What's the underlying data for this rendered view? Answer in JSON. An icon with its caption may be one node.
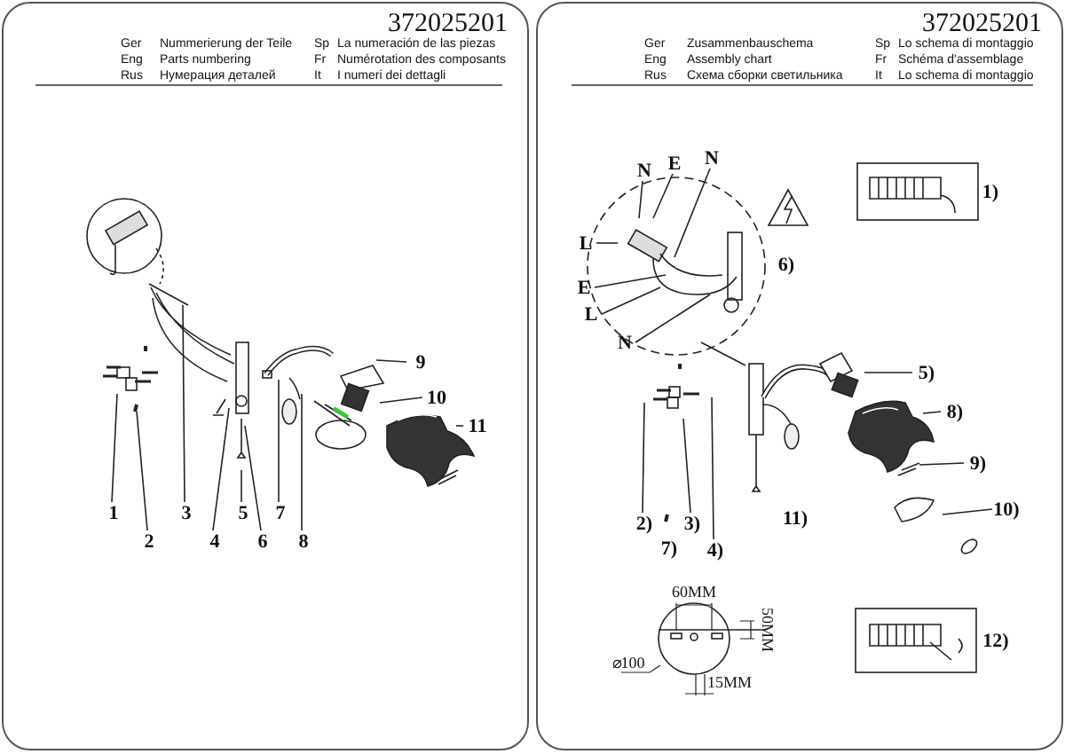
{
  "diagram": {
    "nodes": [
      {
        "text": [],
        "shape": "box"
      },
      {
        "text": [],
        "shape": "box"
      },
      {
        "text": [
          "1"
        ],
        "in": 0
      },
      {
        "text": [
          "2"
        ],
        "in": 0
      },
      {
        "text": [
          "3"
        ],
        "in": 0
      },
      {
        "text": [
          "4"
        ],
        "in": 0
      },
      {
        "text": [
          "5"
        ],
        "in": 0
      },
      {
        "text": [
          "6"
        ],
        "in": 0
      },
      {
        "text": [
          "7"
        ],
        "in": 0
      },
      {
        "text": [
          "8"
        ],
        "in": 0
      },
      {
        "text": [
          "9"
        ],
        "in": 0
      },
      {
        "text": [
          "10"
        ],
        "in": 0
      },
      {
        "text": [
          "11"
        ],
        "in": 0
      },
      {
        "text": [
          "N"
        ],
        "in": 1
      },
      {
        "text": [
          "E"
        ],
        "in": 1
      },
      {
        "text": [
          "N"
        ],
        "in": 1
      },
      {
        "text": [
          "L"
        ],
        "in": 1
      },
      {
        "text": [
          "E"
        ],
        "in": 1
      },
      {
        "text": [
          "L"
        ],
        "in": 1
      },
      {
        "text": [
          "N"
        ],
        "in": 1
      },
      {
        "text": [
          "5)"
        ],
        "in": 1
      },
      {
        "text": [
          "8)"
        ],
        "in": 1
      },
      {
        "text": [
          "9)"
        ],
        "in": 1
      },
      {
        "text": [
          "10)"
        ],
        "in": 1
      },
      {
        "text": [
          "2)"
        ],
        "in": 1
      },
      {
        "text": [
          "3)"
        ],
        "in": 1
      },
      {
        "text": [
          "4)"
        ],
        "in": 1
      }
    ],
    "edges": [
      {
        "from": 2,
        "to": null,
        "arrow": "none"
      },
      {
        "from": 3,
        "to": null,
        "arrow": "none"
      },
      {
        "from": 4,
        "to": null,
        "arrow": "none"
      },
      {
        "from": 5,
        "to": null,
        "arrow": "none"
      },
      {
        "from": 6,
        "to": null,
        "arrow": "none"
      },
      {
        "from": 7,
        "to": null,
        "arrow": "none"
      },
      {
        "from": 8,
        "to": null,
        "arrow": "none"
      },
      {
        "from": 9,
        "to": null,
        "arrow": "none"
      },
      {
        "from": 10,
        "to": null,
        "arrow": "none"
      },
      {
        "from": 11,
        "to": null,
        "arrow": "none"
      },
      {
        "from": 12,
        "to": null,
        "arrow": "none"
      },
      {
        "from": 13,
        "to": null,
        "arrow": "none"
      },
      {
        "from": 14,
        "to": null,
        "arrow": "none"
      },
      {
        "from": 15,
        "to": null,
        "arrow": "none"
      },
      {
        "from": 16,
        "to": null,
        "arrow": "none"
      },
      {
        "from": 17,
        "to": null,
        "arrow": "none"
      },
      {
        "from": 18,
        "to": null,
        "arrow": "none"
      },
      {
        "from": 19,
        "to": null,
        "arrow": "none"
      },
      {
        "from": 20,
        "to": null,
        "arrow": "none"
      },
      {
        "from": 21,
        "to": null,
        "arrow": "none"
      },
      {
        "from": 22,
        "to": null,
        "arrow": "none"
      },
      {
        "from": 23,
        "to": null,
        "arrow": "none"
      },
      {
        "from": 24,
        "to": null,
        "arrow": "none"
      },
      {
        "from": 25,
        "to": null,
        "arrow": "none"
      },
      {
        "from": 26,
        "to": null,
        "arrow": "none"
      }
    ],
    "labels": [
      "372025201",
      "Ger",
      "Nummerierung der Teile",
      "Sp",
      "La numeración de las piezas",
      "Eng",
      "Parts numbering",
      "Fr",
      "Numérotation des composants",
      "Rus",
      "Нумерация деталей",
      "It",
      "I numeri dei dettagli",
      "372025201",
      "Ger",
      "Zusammenbauschema",
      "Sp",
      "Lo schema di montaggio",
      "Eng",
      "Assembly chart",
      "Fr",
      "Schéma d'assemblage",
      "Rus",
      "Схема сборки светильника",
      "It",
      "Lo schema di montaggio",
      "1)",
      "6)",
      "7)",
      "11)",
      "60MM",
      "50MM",
      "⌀100",
      "15MM",
      "12)"
    ]
  }
}
